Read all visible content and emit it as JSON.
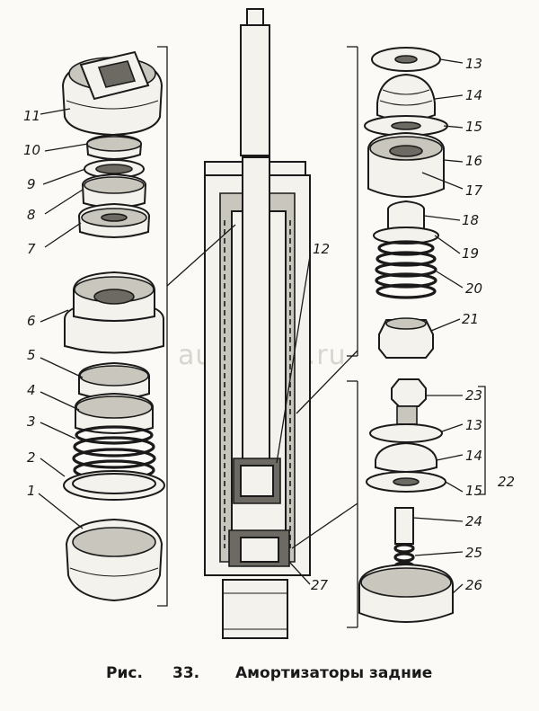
{
  "caption": {
    "prefix": "Рис.",
    "number": "33.",
    "title": "Амортизаторы задние"
  },
  "watermark": "autopiter.ru",
  "labels": {
    "l1": "1",
    "l2": "2",
    "l3": "3",
    "l4": "4",
    "l5": "5",
    "l6": "6",
    "l7": "7",
    "l8": "8",
    "l9": "9",
    "l10": "10",
    "l11": "11",
    "l12": "12",
    "l13a": "13",
    "l14a": "14",
    "l15a": "15",
    "l16": "16",
    "l17": "17",
    "l18": "18",
    "l19": "19",
    "l20": "20",
    "l21": "21",
    "l22": "22",
    "l23": "23",
    "l13b": "13",
    "l14b": "14",
    "l15b": "15",
    "l24": "24",
    "l25": "25",
    "l26": "26",
    "l27": "27"
  }
}
